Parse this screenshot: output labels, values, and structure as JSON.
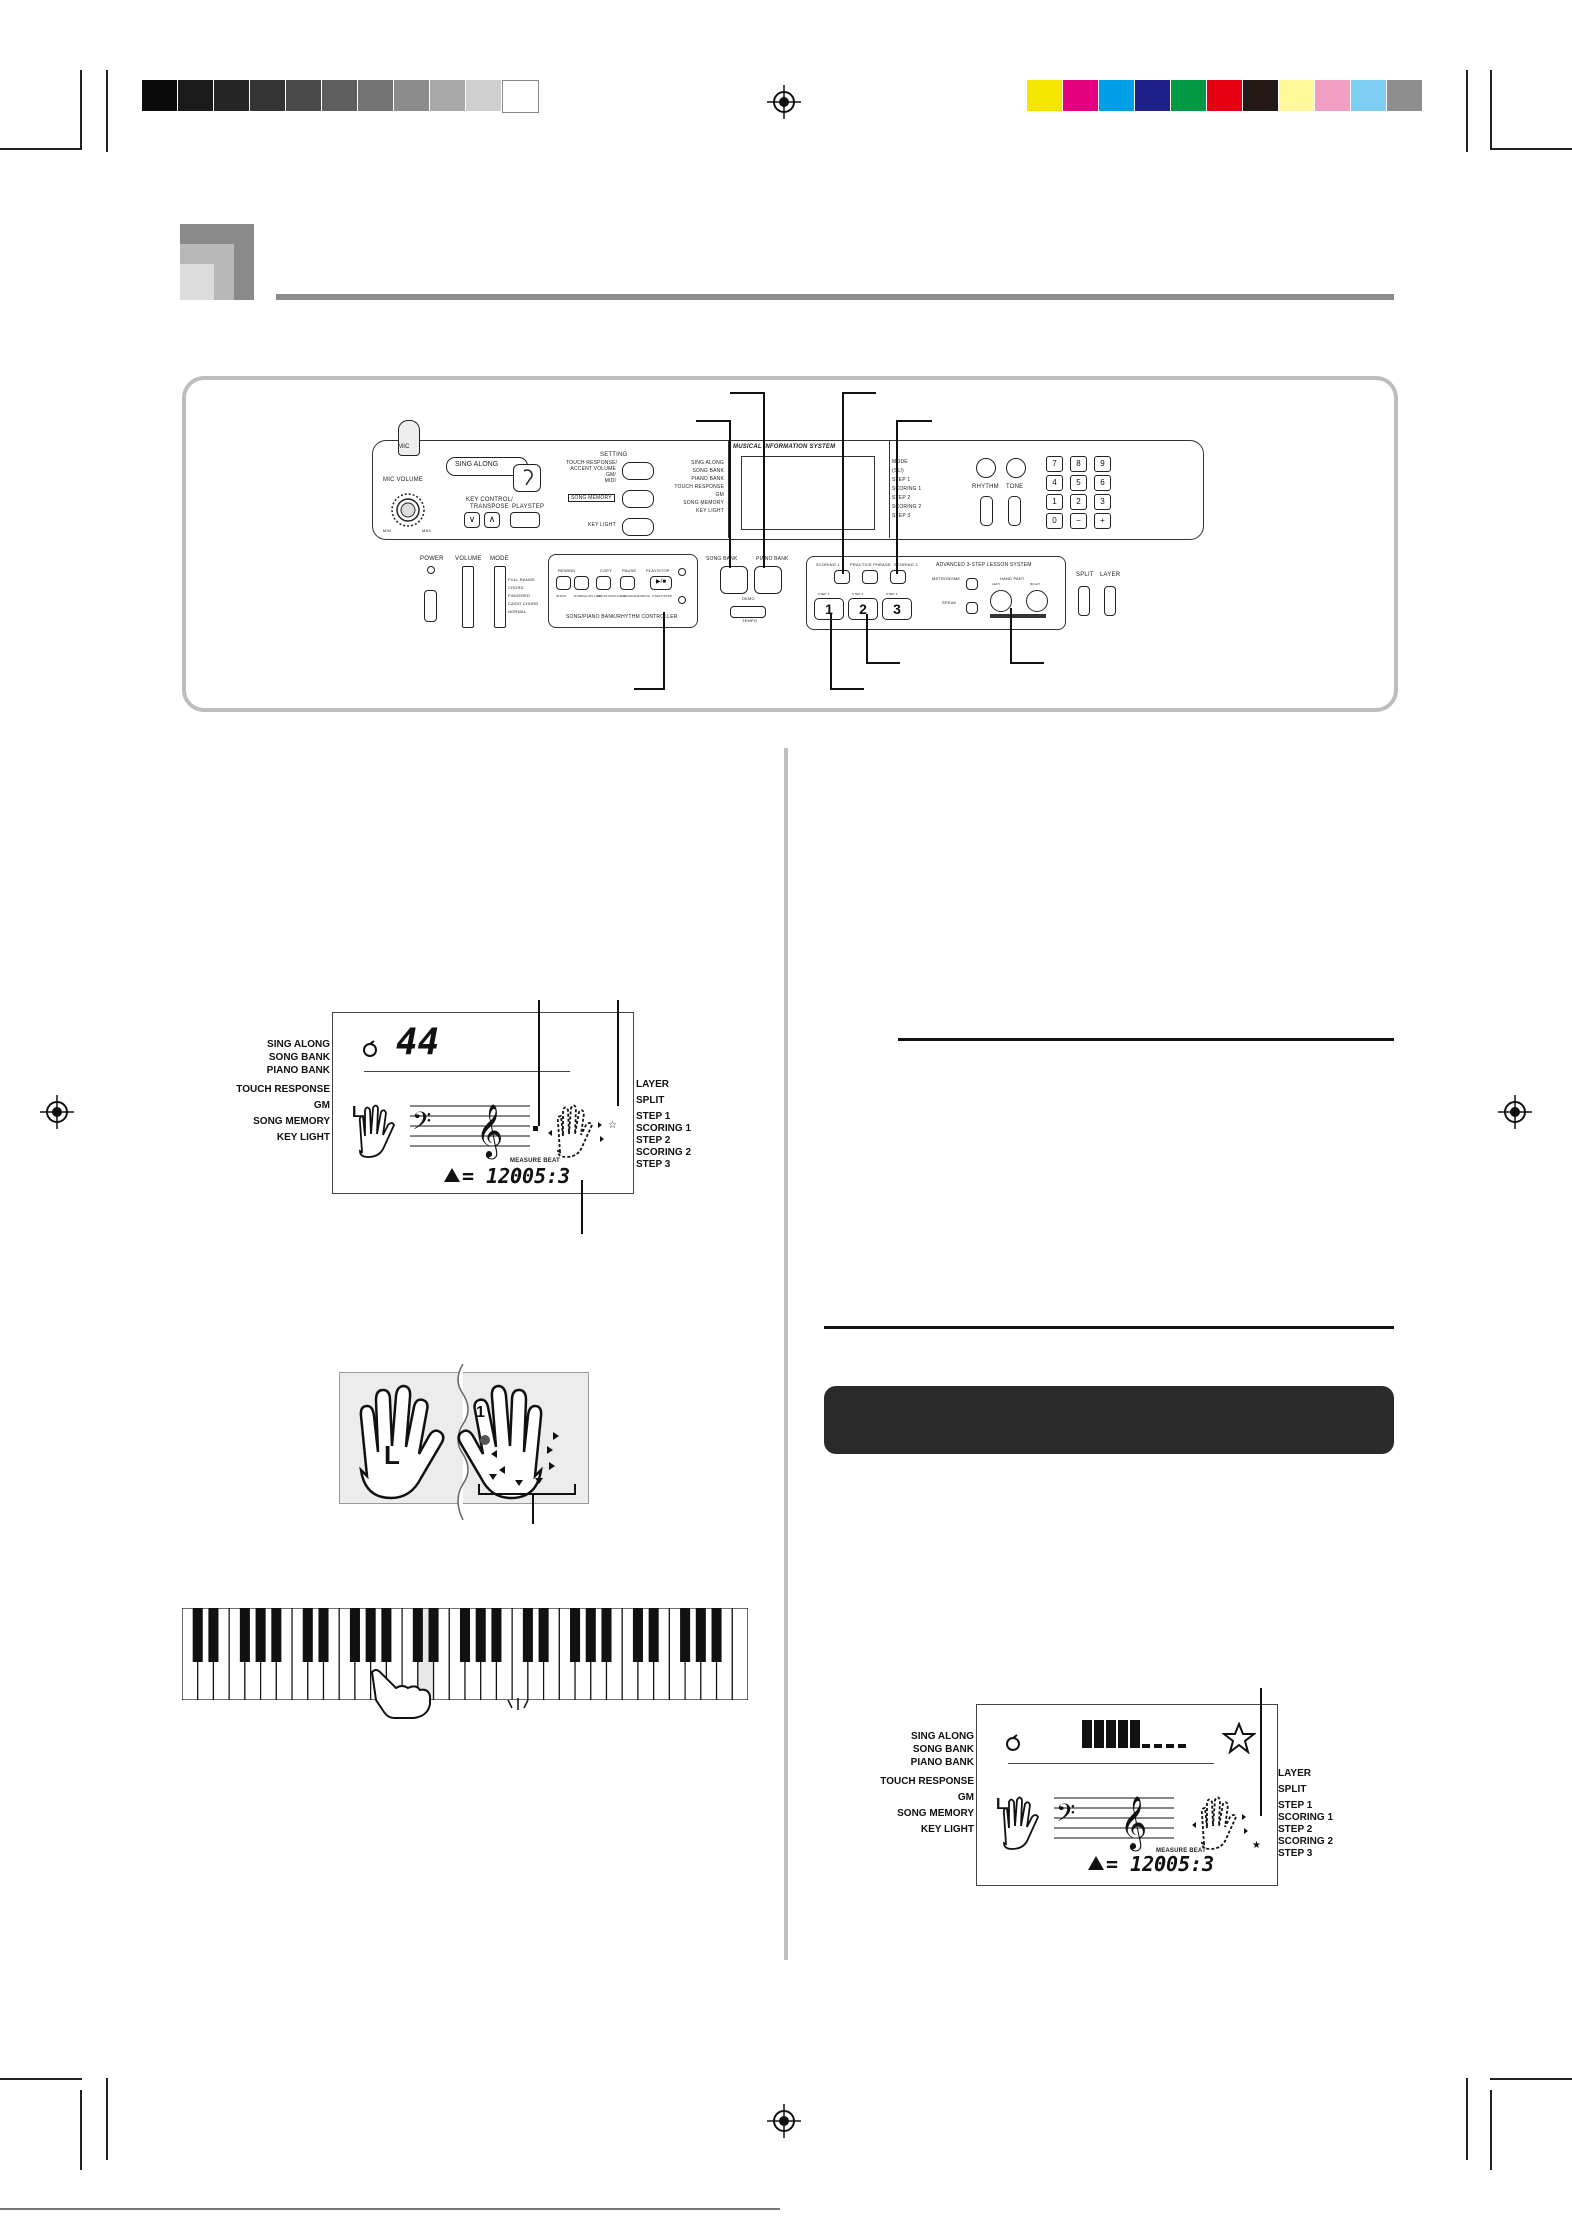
{
  "colors": {
    "gray_swatches": [
      "#0a0a0a",
      "#1a1a1a",
      "#262626",
      "#343434",
      "#4a4a4a",
      "#5e5e5e",
      "#737373",
      "#8c8c8c",
      "#a8a8a8",
      "#cfcfcf",
      "#ffffff"
    ],
    "color_swatches": [
      "#f5e600",
      "#e4007f",
      "#00a0e9",
      "#1d2088",
      "#009944",
      "#e60012",
      "#231815",
      "#fff799",
      "#f19ec2",
      "#7ecef4",
      "#8e8e8e"
    ],
    "header_gray": "#8c8c8c",
    "banner": "#2a2a2a"
  },
  "panel": {
    "mic": "MIC",
    "mic_volume": "MIC VOLUME",
    "knob_min": "MIN",
    "knob_max": "MAX",
    "sing_along": "SING ALONG",
    "key_control": "KEY CONTROL/",
    "transpose": "TRANSPOSE",
    "playstep": "PLAYSTEP",
    "settings_title": "SETTING",
    "settings": [
      "TOUCH RESPONSE/",
      "ACCENT VOLUME",
      "GM/",
      "MIDI"
    ],
    "song_memory": "SONG MEMORY",
    "key_light": "KEY LIGHT",
    "mode_list": [
      "SING ALONG",
      "SONG BANK",
      "PIANO BANK",
      "TOUCH RESPONSE",
      "GM",
      "SONG MEMORY",
      "KEY LIGHT"
    ],
    "display_title": "MUSICAL INFORMATION SYSTEM",
    "display_right": [
      "MODE",
      "(SLI)",
      "STEP 1",
      "SCORING 1",
      "STEP 2",
      "SCORING 2",
      "STEP 3"
    ],
    "rhythm": "RHYTHM",
    "tone": "TONE",
    "numpad": [
      "7",
      "8",
      "9",
      "4",
      "5",
      "6",
      "1",
      "2",
      "3",
      "0",
      "−",
      "+"
    ],
    "power": "POWER",
    "volume": "VOLUME",
    "mode": "MODE",
    "mode_options": [
      "FULL RANGE",
      "CHORD",
      "FINGERED",
      "CASIO CHORD",
      "NORMAL"
    ],
    "controller_buttons": [
      "REWIND",
      "COPY",
      "PAUSE",
      "PLAY/STOP"
    ],
    "controller_sub": [
      "INTRO",
      "NORMAL/FILL-IN",
      "VARIATION/FILL-IN",
      "SYNCHRO/ENDING",
      "START/STOP"
    ],
    "controller_title": "SONG/PIANO BANK/RHYTHM CONTROLLER",
    "song_bank": "SONG BANK",
    "piano_bank": "PIANO BANK",
    "demo": "DEMO",
    "tempo": "TEMPO",
    "scoring_1": "SCORING 1",
    "practice_phrase": "PRACTICE PHRASE",
    "scoring_2": "SCORING 2",
    "lesson_title": "ADVANCED 3-STEP LESSON SYSTEM",
    "metronome": "METRONOME",
    "speak": "SPEAK",
    "hand_part": "HAND PART",
    "left": "LEFT",
    "right": "RIGHT",
    "steps": [
      "1",
      "2",
      "3"
    ],
    "step_labels": [
      "STEP 1",
      "STEP 2",
      "STEP 3"
    ],
    "split": "SPLIT",
    "layer": "LAYER"
  },
  "lcd1": {
    "left_labels": [
      "SING ALONG",
      "SONG BANK",
      "PIANO BANK",
      "TOUCH RESPONSE",
      "GM",
      "SONG MEMORY",
      "KEY LIGHT"
    ],
    "right_labels": [
      "LAYER",
      "SPLIT",
      "STEP 1",
      "SCORING 1",
      "STEP 2",
      "SCORING 2",
      "STEP 3"
    ],
    "number": "44",
    "measure_beat": "MEASURE BEAT",
    "tempo": "120",
    "measure": "005:3",
    "hand_letter": "L"
  },
  "hands_zoom": {
    "hand_letter": "L",
    "finger": "1"
  },
  "lcd2": {
    "left_labels": [
      "SING ALONG",
      "SONG BANK",
      "PIANO BANK",
      "TOUCH RESPONSE",
      "GM",
      "SONG MEMORY",
      "KEY LIGHT"
    ],
    "right_labels": [
      "LAYER",
      "SPLIT",
      "STEP 1",
      "SCORING 1",
      "STEP 2",
      "SCORING 2",
      "STEP 3"
    ],
    "measure_beat": "MEASURE BEAT",
    "tempo": "120",
    "measure": "005:3",
    "hand_letter": "L"
  }
}
